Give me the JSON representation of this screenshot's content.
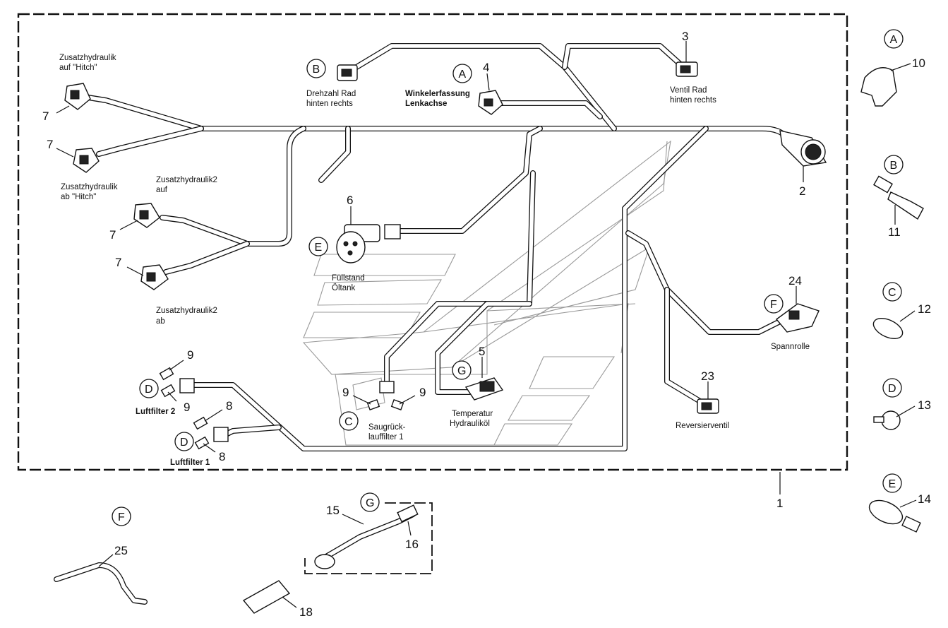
{
  "callouts": {
    "n1": "1",
    "n2": "2",
    "n3": "3",
    "n4": "4",
    "n5": "5",
    "n6": "6",
    "n7a": "7",
    "n7b": "7",
    "n7c": "7",
    "n7d": "7",
    "n8a": "8",
    "n8b": "8",
    "n9a": "9",
    "n9b": "9",
    "n9c": "9",
    "n9d": "9",
    "n10": "10",
    "n11": "11",
    "n12": "12",
    "n13": "13",
    "n14": "14",
    "n15": "15",
    "n16": "16",
    "n18": "18",
    "n23": "23",
    "n24": "24",
    "n25": "25"
  },
  "letters": {
    "A1": "A",
    "A2": "A",
    "B1": "B",
    "B2": "B",
    "C1": "C",
    "C2": "C",
    "D1": "D",
    "D2": "D",
    "D3": "D",
    "E1": "E",
    "E2": "E",
    "F1": "F",
    "F2": "F",
    "G1": "G",
    "G2": "G"
  },
  "labels": {
    "zh_auf_1": "Zusatzhydraulik",
    "zh_auf_2": "auf \"Hitch\"",
    "zh_ab_1": "Zusatzhydraulik",
    "zh_ab_2": "ab \"Hitch\"",
    "zh2_auf_1": "Zusatzhydraulik2",
    "zh2_auf_2": "auf",
    "zh2_ab_1": "Zusatzhydraulik2",
    "zh2_ab_2": "ab",
    "drehzahl_1": "Drehzahl Rad",
    "drehzahl_2": "hinten rechts",
    "winkel_1": "Winkelerfassung",
    "winkel_2": "Lenkachse",
    "ventil_1": "Ventil Rad",
    "ventil_2": "hinten rechts",
    "fuell_1": "Füllstand",
    "fuell_2": "Öltank",
    "spannrolle": "Spannrolle",
    "temp_1": "Temperatur",
    "temp_2": "Hydrauliköl",
    "saug_1": "Saugrück-",
    "saug_2": "lauffilter 1",
    "luft2": "Luftfilter 2",
    "luft1": "Luftfilter 1",
    "reversier": "Reversierventil"
  }
}
